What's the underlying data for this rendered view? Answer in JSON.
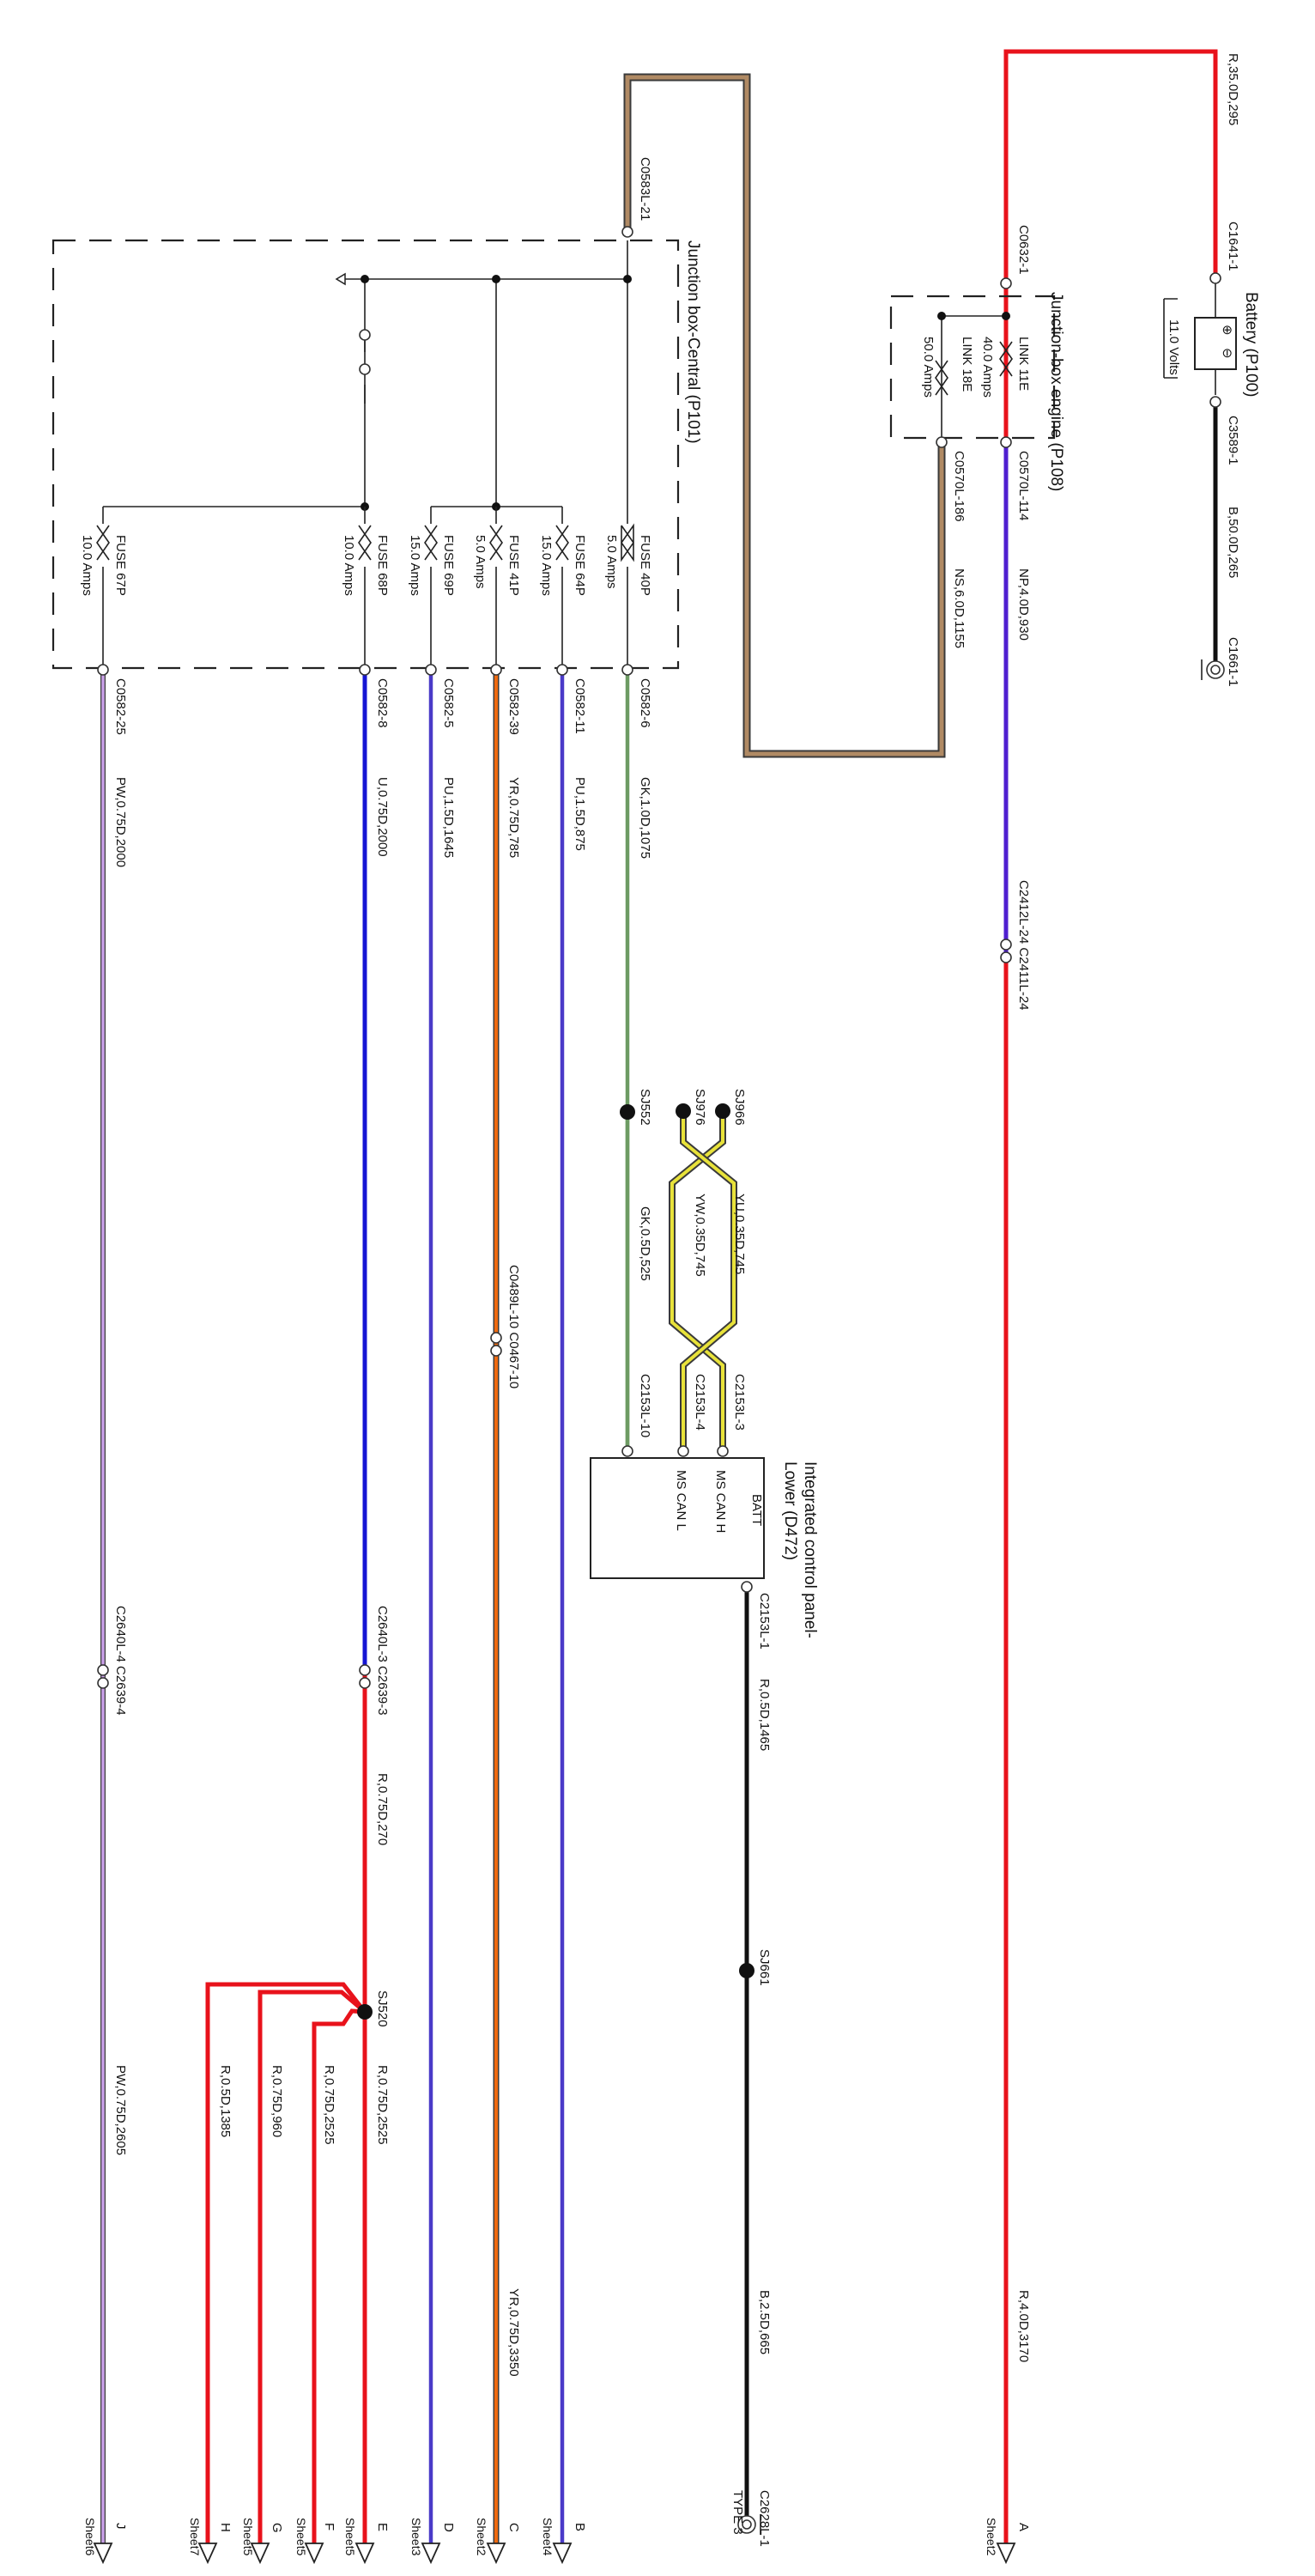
{
  "components": {
    "battery": {
      "title": "Battery (P100)",
      "volts": "11.0 Volts",
      "plus": "⊕",
      "minus": "⊖"
    },
    "jb_engine": {
      "title": "Junction-box engine (P108)",
      "link11e": "LINK 11E",
      "link11e_amps": "40.0 Amps",
      "link18e": "LINK 18E",
      "link18e_amps": "50.0 Amps"
    },
    "jb_central": {
      "title": "Junction box-Central (P101)"
    },
    "icp": {
      "title_line1": "Integrated control panel-",
      "title_line2": "Lower (D472)",
      "pin_batt": "BATT",
      "pin_mscan_h": "MS CAN H",
      "pin_mscan_l": "MS CAN L"
    }
  },
  "fuses": [
    {
      "name": "FUSE 40P",
      "amps": "5.0 Amps"
    },
    {
      "name": "FUSE 64P",
      "amps": "15.0 Amps"
    },
    {
      "name": "FUSE 41P",
      "amps": "5.0 Amps"
    },
    {
      "name": "FUSE 69P",
      "amps": "15.0 Amps"
    },
    {
      "name": "FUSE 68P",
      "amps": "10.0 Amps"
    },
    {
      "name": "FUSE 67P",
      "amps": "10.0 Amps"
    }
  ],
  "connectors": {
    "c1641_1": "C1641-1",
    "c3589_1": "C3589-1",
    "c1661_1": "C1661-1",
    "c0632_1": "C0632-1",
    "c0570l_114": "C0570L-114",
    "c0570l_186": "C0570L-186",
    "c0583l_21": "C0583L-21",
    "c2412l_24": "C2412L-24 C2411L-24",
    "c0582_6": "C0582-6",
    "c0582_11": "C0582-11",
    "c0582_39": "C0582-39",
    "c0582_5": "C0582-5",
    "c0582_8": "C0582-8",
    "c0582_25": "C0582-25",
    "c0489l_10": "C0489L-10 C0467-10",
    "c2153l_10": "C2153L-10",
    "c2153l_4": "C2153L-4",
    "c2153l_3": "C2153L-3",
    "c2153l_1": "C2153L-1",
    "c2640l_3": "C2640L-3 C2639-3",
    "c2640l_4": "C2640L-4 C2639-4",
    "c2628l_1": "C2628L-1",
    "type3": "TYPE 3"
  },
  "splices": {
    "sj552": "SJ552",
    "sj976": "SJ976",
    "sj966": "SJ966",
    "sj661": "SJ661",
    "sj520": "SJ520"
  },
  "wires": {
    "r35": "R,35.0D,295",
    "b50": "B,50.0D,265",
    "np40": "NP,4.0D,930",
    "ns60": "NS,6.0D,1155",
    "gk10": "GK,1.0D,1075",
    "pu15_875": "PU,1.5D,875",
    "yr075_785": "YR,0.75D,785",
    "pu15_1645": "PU,1.5D,1645",
    "u075": "U,0.75D,2000",
    "pw075_2000": "PW,0.75D,2000",
    "gk05": "GK,0.5D,525",
    "yu035": "YU,0.35D,745",
    "yw035": "YW,0.35D,745",
    "r05_1465": "R,0.5D,1465",
    "r075_270": "R,0.75D,270",
    "r075_2525a": "R,0.75D,2525",
    "r075_2525b": "R,0.75D,2525",
    "r075_960": "R,0.75D,960",
    "r05_1385": "R,0.5D,1385",
    "pw075_2605": "PW,0.75D,2605",
    "yr075_3350": "YR,0.75D,3350",
    "b25": "B,2.5D,665",
    "r40": "R,4.0D,3170"
  },
  "offpage": [
    {
      "letter": "A",
      "sheet": "Sheet2"
    },
    {
      "letter": "B",
      "sheet": "Sheet4"
    },
    {
      "letter": "C",
      "sheet": "Sheet2"
    },
    {
      "letter": "D",
      "sheet": "Sheet3"
    },
    {
      "letter": "E",
      "sheet": "Sheet5"
    },
    {
      "letter": "F",
      "sheet": "Sheet5"
    },
    {
      "letter": "G",
      "sheet": "Sheet5"
    },
    {
      "letter": "H",
      "sheet": "Sheet7"
    },
    {
      "letter": "J",
      "sheet": "Sheet6"
    }
  ],
  "colors": {
    "red": "#e8121b",
    "brown": "#b08a64",
    "green": "#6d9b63",
    "purple": "#4f1fd0",
    "orange": "#ef6a10",
    "violet": "#4a3ac8",
    "blue": "#1515d4",
    "pink": "#c9a0e8",
    "black": "#111111",
    "yellow": "#e8e23a"
  }
}
